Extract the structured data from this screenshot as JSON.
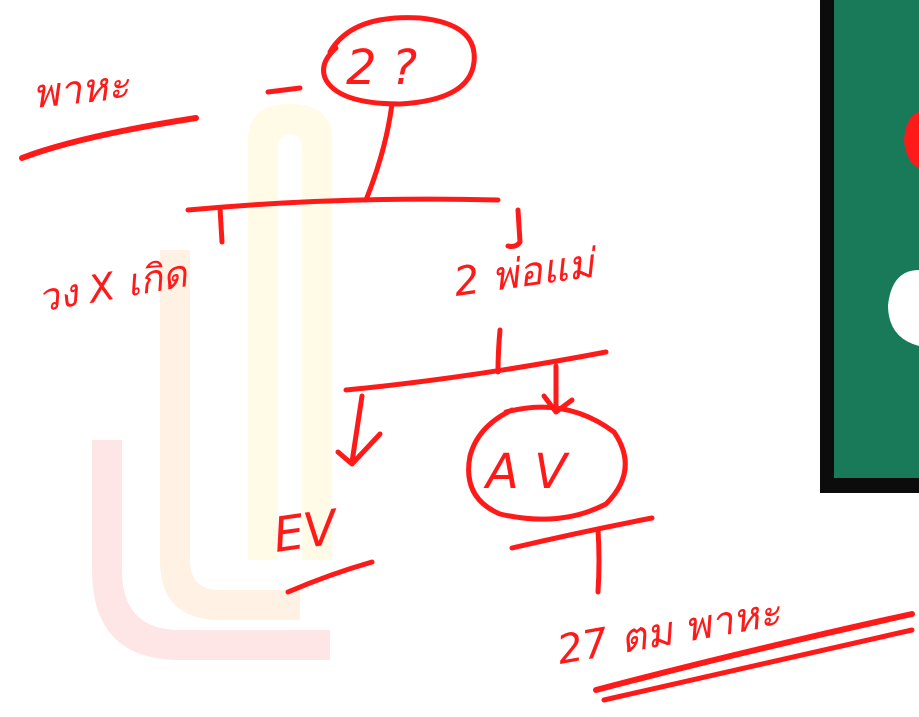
{
  "colors": {
    "background": "#ffffff",
    "ink": "#ff1a1a",
    "video_panel": "#197a5a",
    "video_frame": "#0c0c0c",
    "video_accent": "#ffffff",
    "watermark_red": "#ffe6e6",
    "watermark_peach": "#fff1e4",
    "watermark_yellow": "#fffbe6"
  },
  "labels": {
    "top_left_word": "พาหะ",
    "root_value": "2 ?",
    "left_child": "วง X เกิด",
    "right_child": "2 พ่อแม่",
    "left_grandchild": "EV",
    "right_grandchild": "A V",
    "bottom_result": "27 ตม พาหะ"
  },
  "icons": {
    "watermark": "watermark-logo",
    "video_panel": "webcam-overlay"
  }
}
